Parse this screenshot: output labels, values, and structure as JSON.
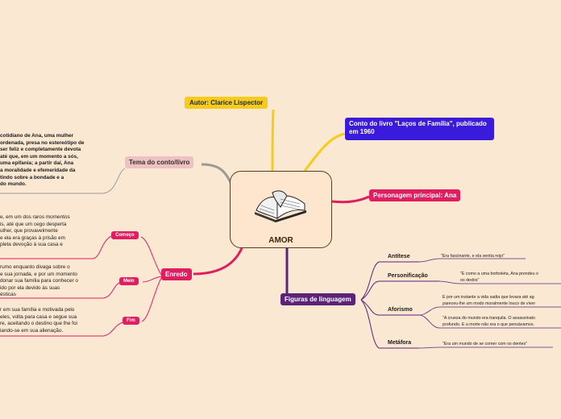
{
  "colors": {
    "background": "#fbe8d2",
    "autor": "#f5cc1b",
    "conto": "#3a1bdc",
    "personagem": "#e01e5f",
    "figuras": "#5b2277",
    "enredo": "#e01e5f",
    "tema": "#ecc3c2",
    "branch_gray": "#9a9a9a"
  },
  "central": {
    "title": "AMOR",
    "icon": "open-book-icon"
  },
  "autor": "Autor: Clarice Lispector",
  "conto": "Conto do livro \"Laços de Família\", publicado em 1960",
  "personagem": "Personagem principal: Ana",
  "tema": {
    "label": "Tema do conto/livro",
    "text": [
      "cotidiano de Ana, uma mulher",
      "ordenada, presa no estereótipo de",
      "ser feliz e completamente devota",
      "até que, em um momento a sós,",
      "uma epifania; a partir daí, Ana",
      "a moralidade e efemeridade da",
      "tindo sobre a bondade e a",
      "do mundo."
    ]
  },
  "enredo": {
    "label": "Enredo",
    "comeco": {
      "label": "Começo",
      "text": [
        "e, em um dos raros momentos",
        "is, até que um cego desperta",
        "ulher, que provavelmente",
        "e ela era graças à prisão em",
        "pleta devoção à sua casa e",
        ""
      ]
    },
    "meio": {
      "label": "Meio",
      "text": [
        "rumo enquanto divaga sobre o",
        "e sua jornada, e por um momento",
        "donar sua família para conhecer o",
        "ido por ela devido às suas",
        "ésticas"
      ]
    },
    "fim": {
      "label": "Fim",
      "text": [
        "r em sua família e motivada pelo",
        "eles, volta para casa e segue sua",
        "re, aceitando o destino que lhe foi",
        "iando-se em sua alienação."
      ]
    }
  },
  "figuras": {
    "label": "Figuras de linguagem",
    "items": [
      {
        "label": "Antítese",
        "quotes": [
          "\"Era fascinante, e ela sentia nojo\""
        ]
      },
      {
        "label": "Personificação",
        "quotes": [
          "\"E como a uma borboleta, Ana prendeu o\nos dedos\""
        ]
      },
      {
        "label": "Aforismo",
        "quotes": [
          "E por um instante a vida sadia que levara até ag\npareceu-lhe um modo moralmente louco de viver",
          "\"A crueza do mundo era tranquila. O assassinato\nprofundo. E a morte não era o que pensávamos."
        ]
      },
      {
        "label": "Metáfora",
        "quotes": [
          "\"Era um mundo de se comer com os dentes\""
        ]
      }
    ]
  }
}
